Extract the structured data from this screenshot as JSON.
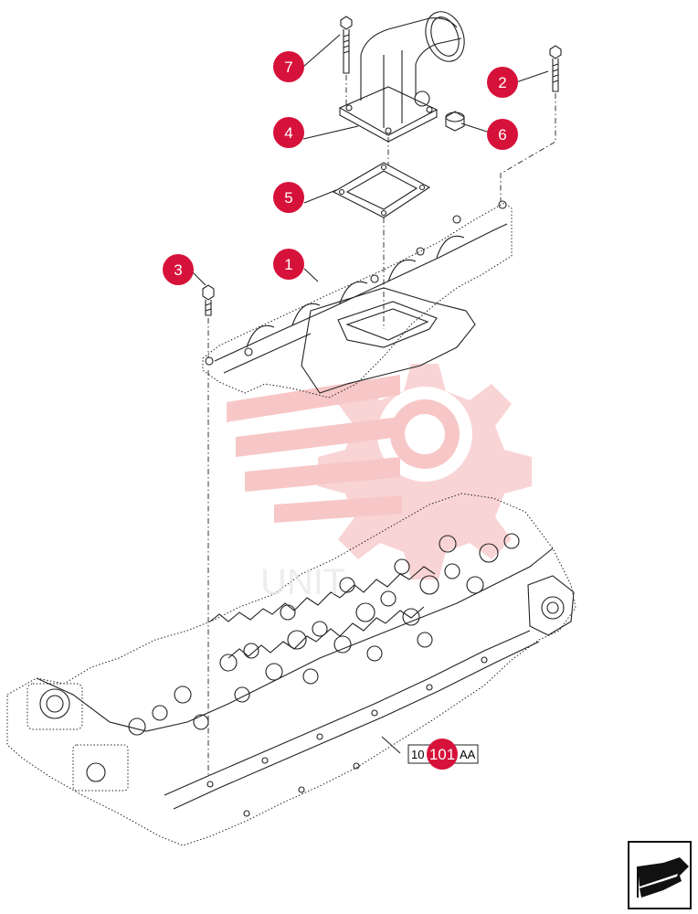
{
  "colors": {
    "callout": "#d6123a",
    "watermark": "#f7c8c8",
    "line": "#222222"
  },
  "callouts": [
    {
      "num": "1",
      "part": "intake-manifold"
    },
    {
      "num": "2",
      "part": "bolt"
    },
    {
      "num": "3",
      "part": "bolt"
    },
    {
      "num": "4",
      "part": "intake-elbow"
    },
    {
      "num": "5",
      "part": "gasket"
    },
    {
      "num": "6",
      "part": "plug"
    },
    {
      "num": "7",
      "part": "bolt"
    }
  ],
  "reference": {
    "left": "10",
    "badge": "101",
    "right": "AA"
  },
  "nav_icon": "next-page-arrow-icon"
}
